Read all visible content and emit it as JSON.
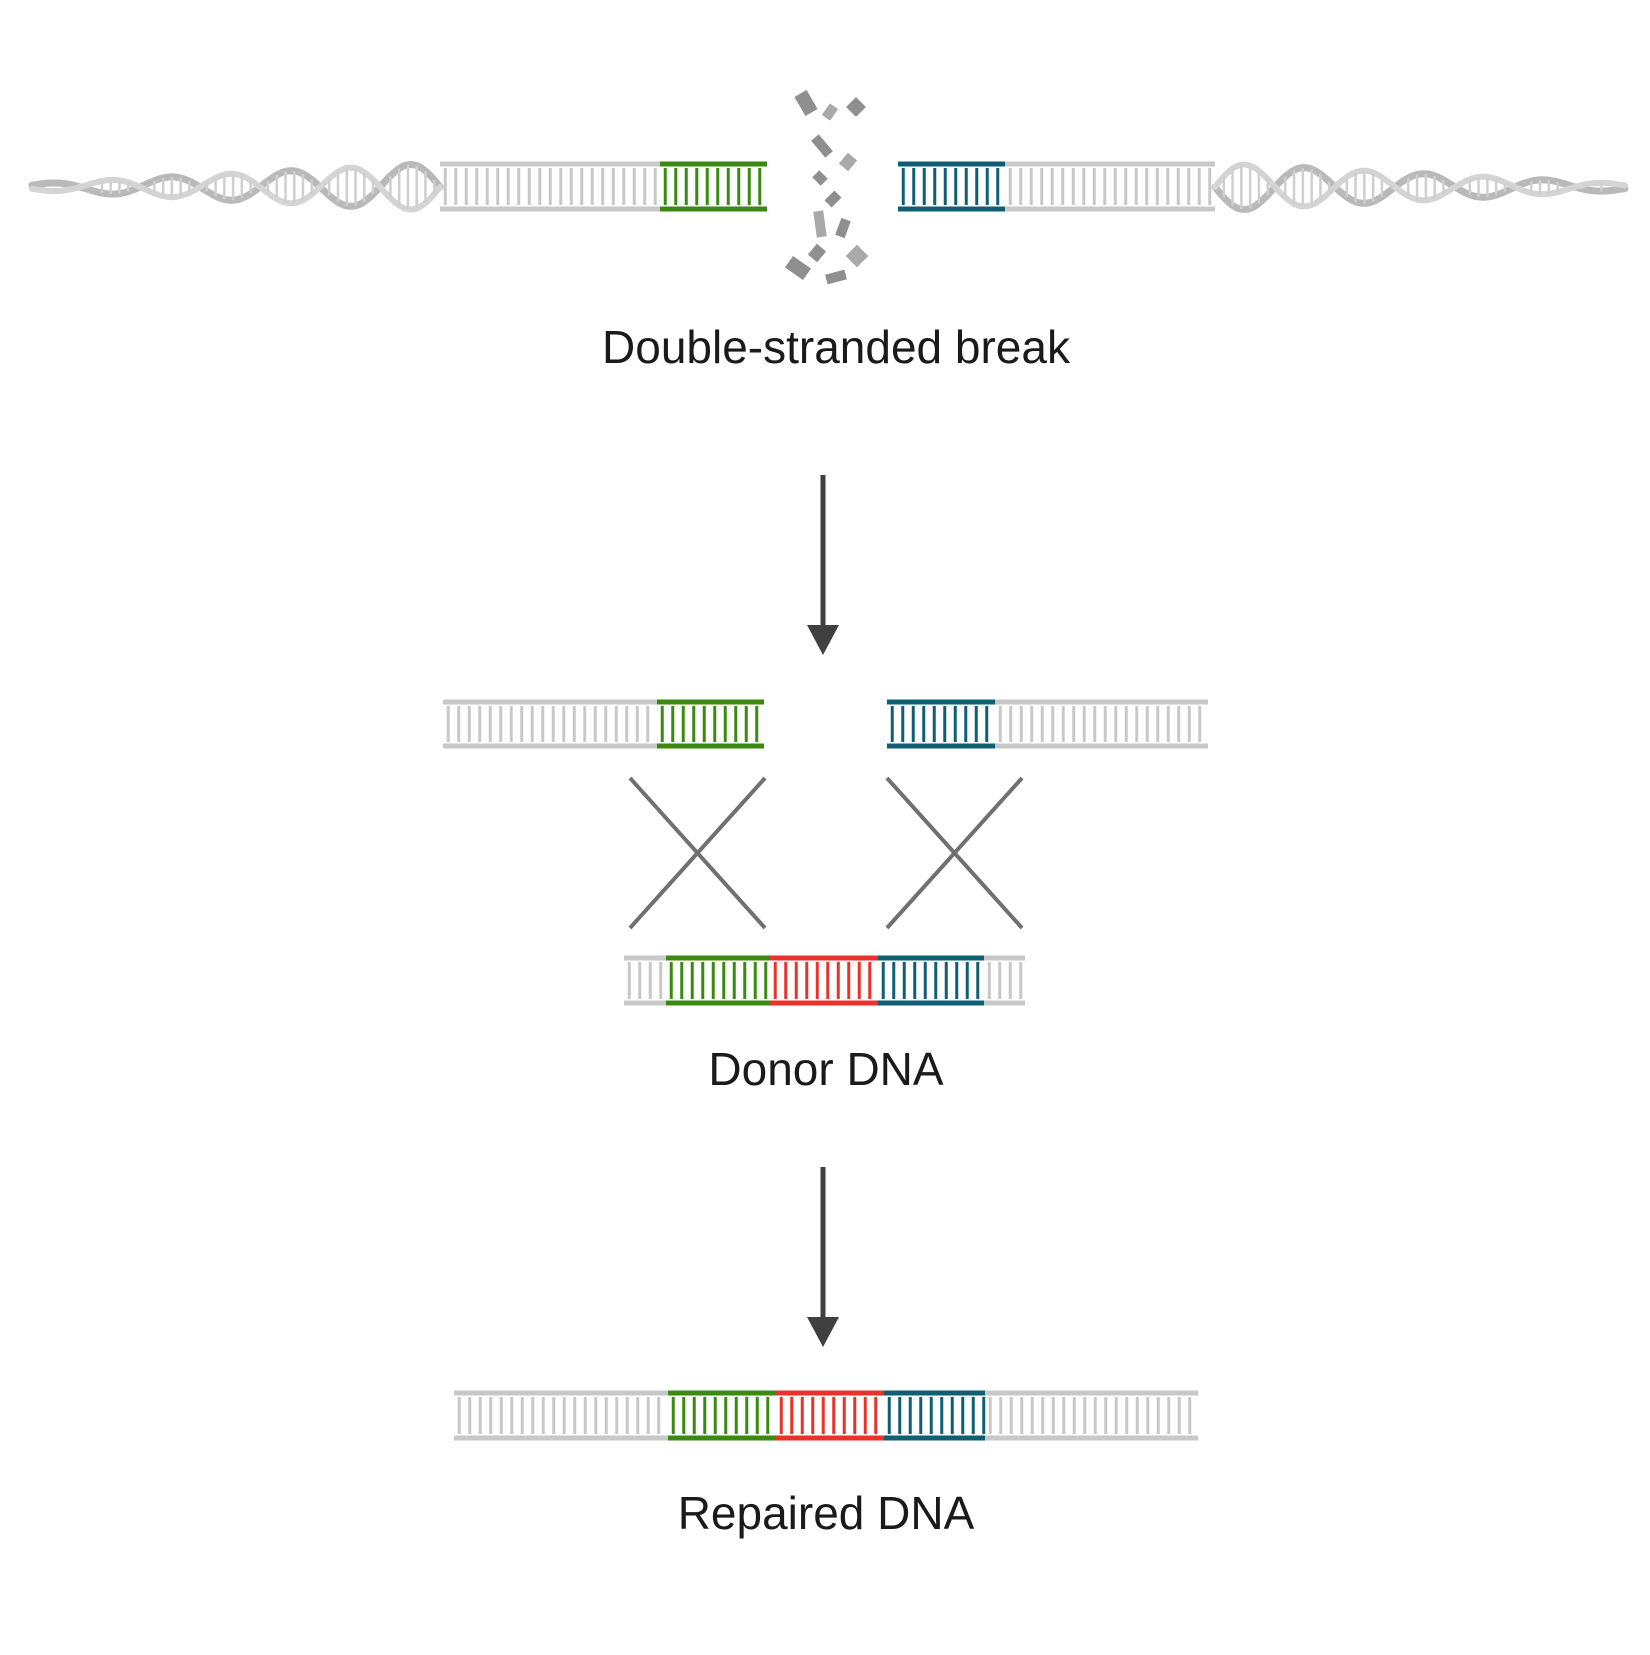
{
  "labels": {
    "break": "Double-stranded break",
    "donor": "Donor DNA",
    "repaired": "Repaired DNA"
  },
  "colors": {
    "backbone_gray": "#c8c8c8",
    "helix_gray": "#b9b9b9",
    "left_homology_green": "#3a8a12",
    "right_homology_teal": "#0f5f73",
    "insert_red": "#e8332b",
    "arrow": "#404040",
    "crossover": "#707070",
    "fragments": "#8f8f8f"
  },
  "diagram": {
    "stages": [
      "break",
      "donor",
      "repaired"
    ],
    "regions": [
      "gray",
      "green",
      "red",
      "teal",
      "gray"
    ]
  }
}
